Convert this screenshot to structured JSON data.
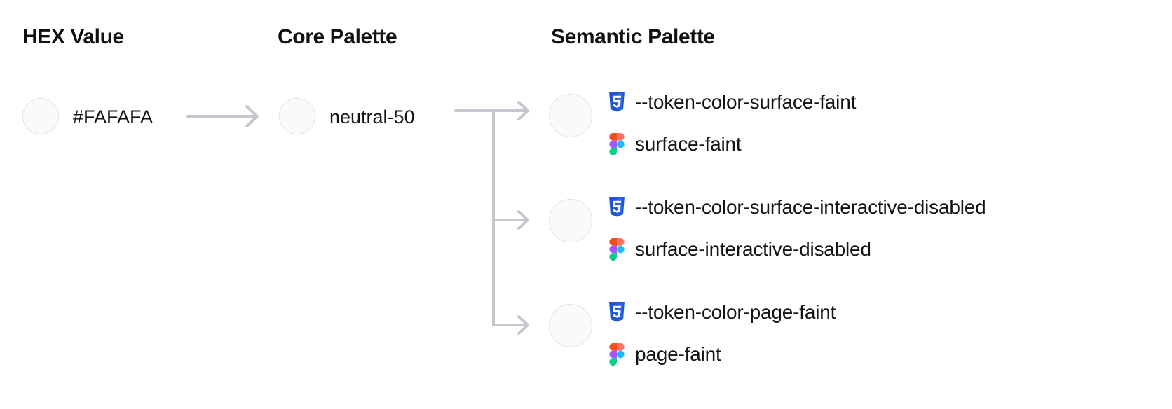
{
  "columns": {
    "hex": {
      "title": "HEX Value"
    },
    "core": {
      "title": "Core Palette"
    },
    "semantic": {
      "title": "Semantic Palette"
    }
  },
  "hex": {
    "value": "#FAFAFA",
    "swatch_color": "#FAFAFA"
  },
  "core": {
    "value": "neutral-50",
    "swatch_color": "#FAFAFA"
  },
  "semantic": {
    "tokens": [
      {
        "css_variable": "--token-color-surface-faint",
        "figma_name": "surface-faint",
        "swatch_color": "#FAFAFA",
        "css_icon": "css3-icon",
        "figma_icon": "figma-icon"
      },
      {
        "css_variable": "--token-color-surface-interactive-disabled",
        "figma_name": "surface-interactive-disabled",
        "swatch_color": "#FAFAFA",
        "css_icon": "css3-icon",
        "figma_icon": "figma-icon"
      },
      {
        "css_variable": "--token-color-page-faint",
        "figma_name": "page-faint",
        "swatch_color": "#FAFAFA",
        "css_icon": "css3-icon",
        "figma_icon": "figma-icon"
      }
    ]
  },
  "colors": {
    "background": "#FFFFFF",
    "text": "#141417",
    "heading": "#111114",
    "swatch_border": "#E2E2E6",
    "connector": "#C5C7CF",
    "css3_blue_dark": "#1B55D1",
    "css3_blue_light": "#2F63E8",
    "css3_glyph": "#FFFFFF",
    "figma_orange": "#F24E1E",
    "figma_salmon": "#FF7262",
    "figma_purple": "#A259FF",
    "figma_cyan": "#1ABCFE",
    "figma_green": "#0ACF83"
  },
  "connectors": {
    "hex_to_core": "arrow-right",
    "core_to_semantic": "branching-arrows",
    "branch_count": 3
  }
}
